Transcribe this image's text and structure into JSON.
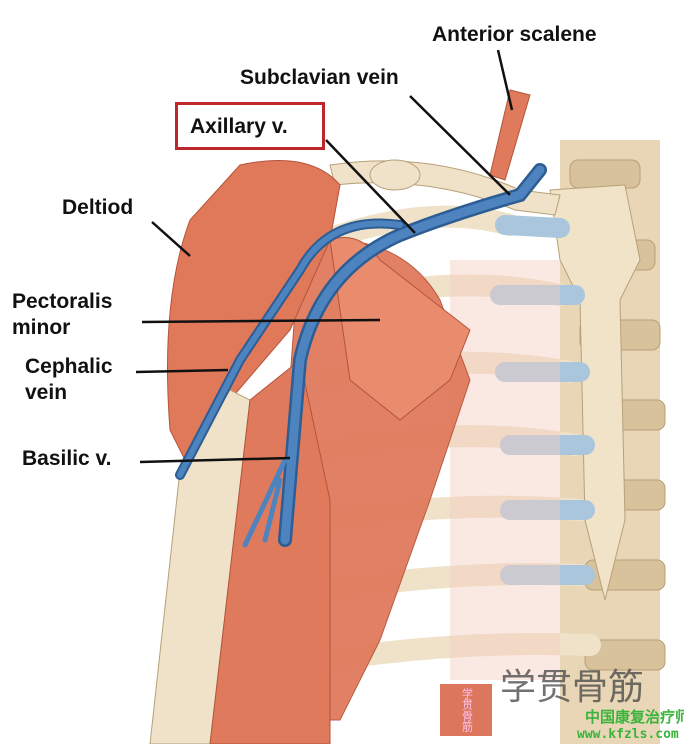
{
  "labels": {
    "anterior_scalene": "Anterior scalene",
    "subclavian_vein": "Subclavian vein",
    "axillary_v": "Axillary v.",
    "deltoid": "Deltiod",
    "pectoralis_minor_1": "Pectoralis",
    "pectoralis_minor_2": "minor",
    "cephalic_vein_1": "Cephalic",
    "cephalic_vein_2": "vein",
    "basilic_v": "Basilic v."
  },
  "watermark": {
    "seal": "学贯骨筋",
    "calligraphy": "学贯骨筋",
    "site_name": "中国康复治疗师",
    "site_url": "www.kfzls.com"
  },
  "colors": {
    "highlight_box": "#c0272d",
    "vein": "#3b6ea8",
    "muscle": "#e07a5c",
    "bone": "#ecdcc0",
    "cartilage": "#a9c6dc"
  }
}
